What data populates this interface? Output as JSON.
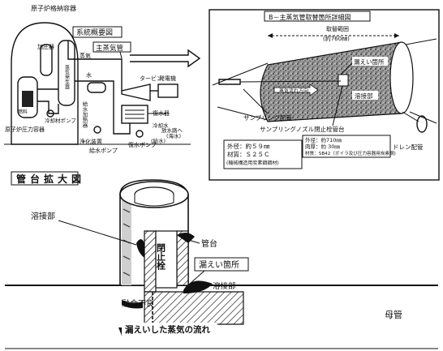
{
  "system": {
    "reactor_vessel_label": "原子炉格納容器",
    "system_overview_label": "系統概要図",
    "main_steam_pipe_label": "主蒸気管",
    "pressurizer_label": "加圧器",
    "steam_generator_label": "蒸気発生器",
    "reactor_pressure_vessel_label": "原子炉圧力容器",
    "fuel_label": "燃料",
    "coolant_pump_label": "冷却材ポンプ",
    "steam_label": "蒸気",
    "turbine_label": "タービン",
    "generator_label": "発電機",
    "water_label": "水",
    "condenser_label": "復水器",
    "feedwater_heater_label": "給水加熱器",
    "feedwater_pump_label": "給水ポンプ",
    "condensate_pump_label": "復水ポンプ",
    "condensate_pump_bracket": "(給水)",
    "cooling_water_label": "冷却水",
    "to_discharge_label": "放水路へ",
    "seawater_label": "(海水)",
    "purifier_label": "浄化装置"
  },
  "detail": {
    "title": "B－主蒸気管取替箇所詳細図",
    "replace_range_label": "取替範囲",
    "replace_range_value": "(約760㎜)",
    "leak_point_label": "漏えい箇所",
    "steam_flow_label": "蒸気流れ方向",
    "weld_label": "溶接部",
    "sampling_pipe_label": "サンプリング配管",
    "nozzle_label": "サンプリングノズル閉止栓管台",
    "drain_pipe_label": "ドレン配管",
    "nozzle_spec": {
      "od": "外径：約５９㎜",
      "material": "材質：Ｓ２５Ｃ",
      "note": "(機械構造用炭素鋼鋼材)"
    },
    "pipe_spec": {
      "od": "外径：約710㎜",
      "thickness": "肉厚：約 30㎜",
      "material": "材質：SB42（ボイラ及び圧力容器用炭素鋼)"
    }
  },
  "enlarged": {
    "title": "管台拡大図",
    "weld_left_label": "溶接部",
    "plug_label": "閉止栓",
    "nozzle_label": "管台",
    "leak_label": "漏えい箇所",
    "weld_right_label": "溶接部",
    "fusion_defect_label": "融合不良",
    "header_pipe_label": "母管",
    "leak_flow_label": "漏えいした蒸気の流れ"
  }
}
